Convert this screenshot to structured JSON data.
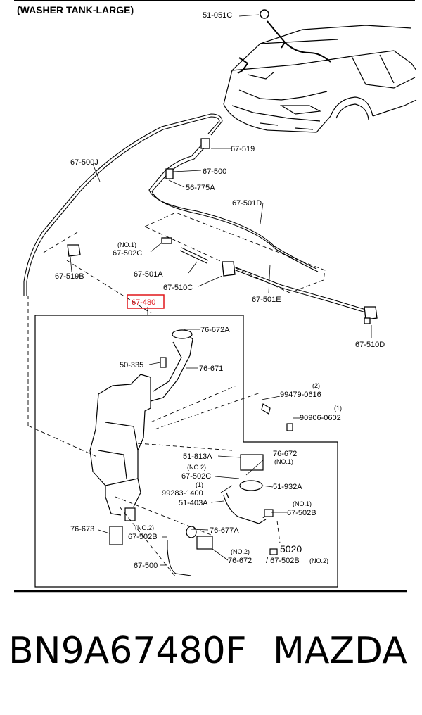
{
  "diagram": {
    "title": "(WASHER TANK-LARGE)",
    "highlight_color": "#e0161a",
    "labels": {
      "l_51051c": "51-051C",
      "l_67519_top": "67-519",
      "l_67500j": "67-500J",
      "l_67500_top": "67-500",
      "l_56775a": "56-775A",
      "l_67501d": "67-501D",
      "l_no1_a": "(NO.1)",
      "l_67502c_a": "67-502C",
      "l_67519b": "67-519B",
      "l_67501a": "67-501A",
      "l_67510c": "67-510C",
      "l_67501e": "67-501E",
      "l_67480": "67-480",
      "l_67510d": "67-510D",
      "l_76672a": "76-672A",
      "l_50335": "50-335",
      "l_76671": "76-671",
      "l_2": "(2)",
      "l_99479": "99479-0616",
      "l_1_a": "(1)",
      "l_90906": "90906-0602",
      "l_51813a": "51-813A",
      "l_76672_b": "76-672",
      "l_no1_b": "(NO.1)",
      "l_no2_a": "(NO.2)",
      "l_67502c_b": "67-502C",
      "l_1_b": "(1)",
      "l_99283": "99283-1400",
      "l_51932a": "51-932A",
      "l_51403a": "51-403A",
      "l_no1_c": "(NO.1)",
      "l_67502b_a": "67-502B",
      "l_76673": "76-673",
      "l_no2_b": "(NO.2)",
      "l_67502b_b": "67-502B",
      "l_76677a": "76-677A",
      "l_5020": "5020",
      "l_no2_c": "(NO.2)",
      "l_76672_c": "76-672",
      "l_67502b_c": "/ 67-502B",
      "l_no2_d": "(NO.2)",
      "l_67500_bot": "67-500"
    }
  },
  "footer": {
    "part_number": "BN9A67480F",
    "brand": "MAZDA"
  }
}
